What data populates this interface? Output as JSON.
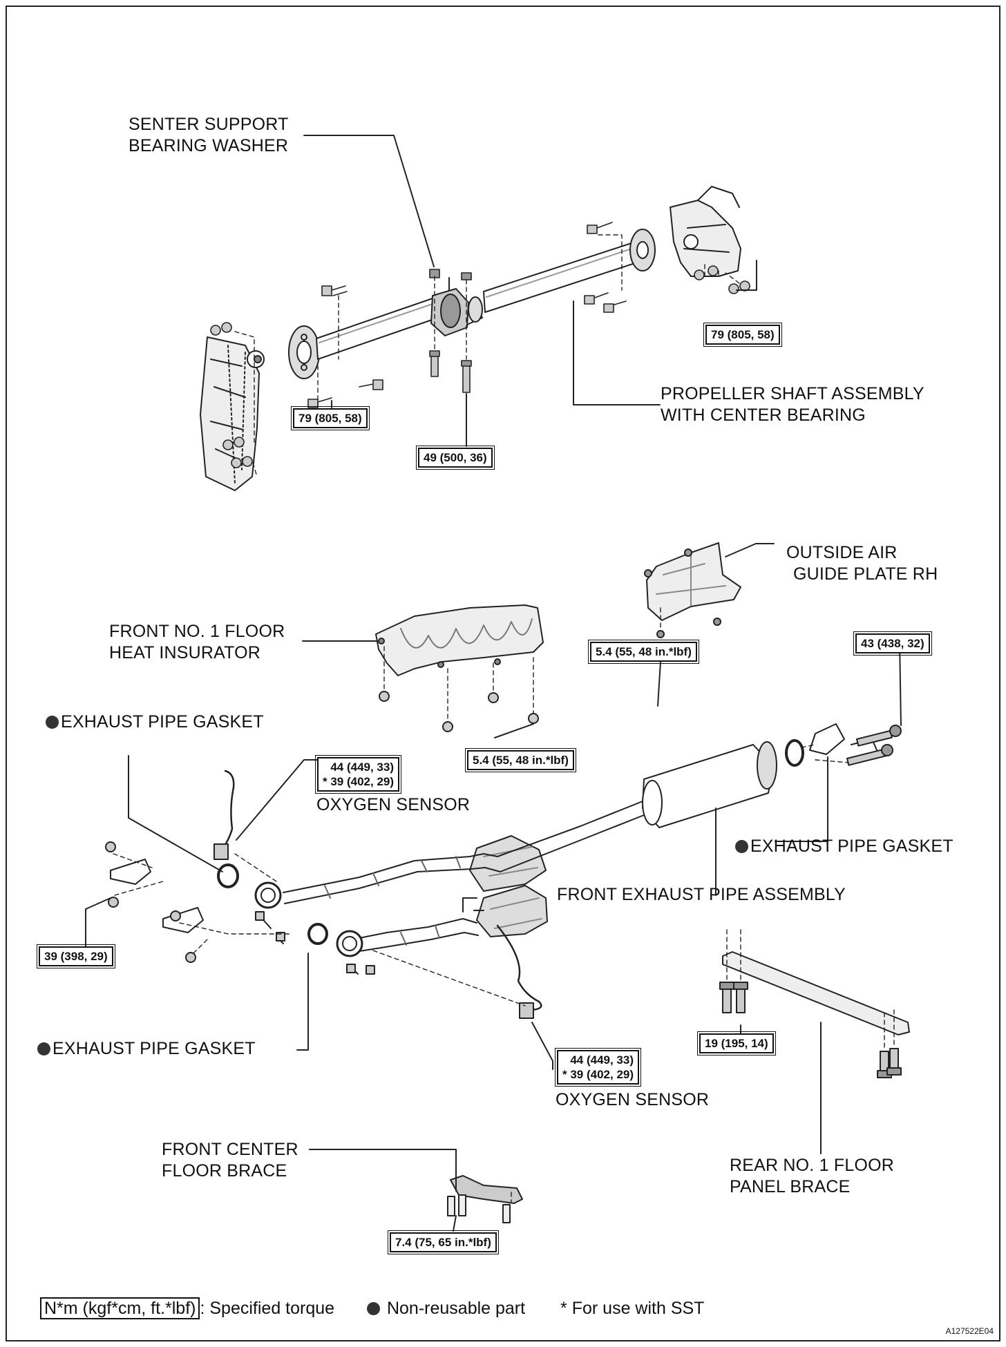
{
  "labels": {
    "center_support_washer": [
      "SENTER SUPPORT",
      "BEARING WASHER"
    ],
    "propeller_shaft": [
      "PROPELLER SHAFT ASSEMBLY",
      "WITH CENTER BEARING"
    ],
    "outside_air_guide": [
      "OUTSIDE AIR",
      "GUIDE PLATE RH"
    ],
    "front_floor_heat_insulator": [
      "FRONT NO. 1 FLOOR",
      "HEAT INSURATOR"
    ],
    "exhaust_gasket_upper": "EXHAUST PIPE GASKET",
    "oxygen_sensor_upper": "OXYGEN SENSOR",
    "exhaust_gasket_right": "EXHAUST PIPE GASKET",
    "front_exhaust_pipe": "FRONT EXHAUST PIPE ASSEMBLY",
    "exhaust_gasket_lower": "EXHAUST PIPE GASKET",
    "oxygen_sensor_lower": "OXYGEN SENSOR",
    "front_center_floor_brace": [
      "FRONT CENTER",
      "FLOOR BRACE"
    ],
    "rear_floor_panel_brace": [
      "REAR NO. 1 FLOOR",
      "PANEL  BRACE"
    ]
  },
  "torques": {
    "rear_flange": "79 (805, 58)",
    "front_flange": "79 (805, 58)",
    "center_bearing": "49 (500, 36)",
    "air_guide": "5.4 (55, 48 in.*lbf)",
    "heat_insulator": "5.4 (55, 48 in.*lbf)",
    "rear_bolt": "43 (438, 32)",
    "o2_upper": [
      "44 (449, 33)",
      "* 39 (402, 29)"
    ],
    "manifold_nut": "39 (398, 29)",
    "rear_brace": "19 (195, 14)",
    "o2_lower": [
      "44 (449, 33)",
      "* 39 (402, 29)"
    ],
    "center_brace": "7.4 (75, 65 in.*lbf)"
  },
  "legend": {
    "torque_box": "N*m (kgf*cm, ft.*lbf)",
    "torque_text": ": Specified torque",
    "nonreusable_text": "Non-reusable part",
    "sst_text": "* For use with SST"
  },
  "figure_id": "A127522E04",
  "icons": {
    "nonreusable": "filled-circle-icon"
  },
  "colors": {
    "ink": "#111111",
    "paper": "#ffffff",
    "part_fill": "#eeeeee"
  }
}
